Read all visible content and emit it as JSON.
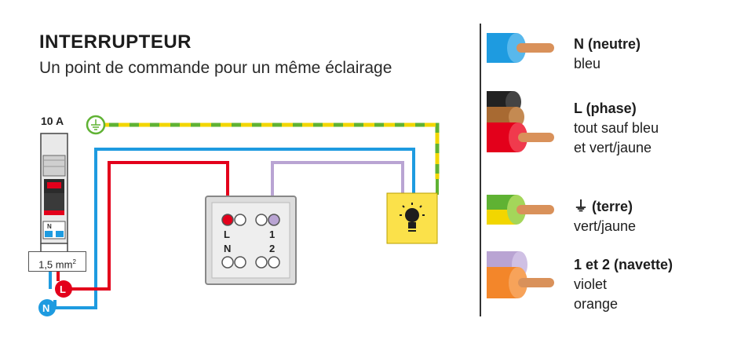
{
  "title": "INTERRUPTEUR",
  "subtitle": "Un point de commande pour un même éclairage",
  "breaker": {
    "rating": "10 A",
    "terminal_n": "N"
  },
  "cable_section": {
    "value": "1,5 mm",
    "exponent": "2"
  },
  "terminals": {
    "phase": "L",
    "neutral": "N"
  },
  "switch": {
    "l_label": "L",
    "n_label": "N",
    "t1_label": "1",
    "t2_label": "2"
  },
  "legend": [
    {
      "title": "N (neutre)",
      "lines": [
        "bleu"
      ]
    },
    {
      "title": "L (phase)",
      "lines": [
        "tout sauf bleu",
        "et vert/jaune"
      ]
    },
    {
      "title": "⏚ (terre)",
      "lines": [
        "vert/jaune"
      ]
    },
    {
      "title": "1 et 2 (navette)",
      "lines": [
        "violet",
        "orange"
      ]
    }
  ],
  "colors": {
    "neutral": "#1e9be0",
    "phase": "#e3001b",
    "earth_green": "#5fb233",
    "earth_yellow": "#f2d600",
    "traveler_violet": "#b9a4d3",
    "traveler_orange": "#f3862a",
    "copper": "#d9915a",
    "lamp_bg": "#fbe14a",
    "switch_gray": "#dddddd"
  }
}
